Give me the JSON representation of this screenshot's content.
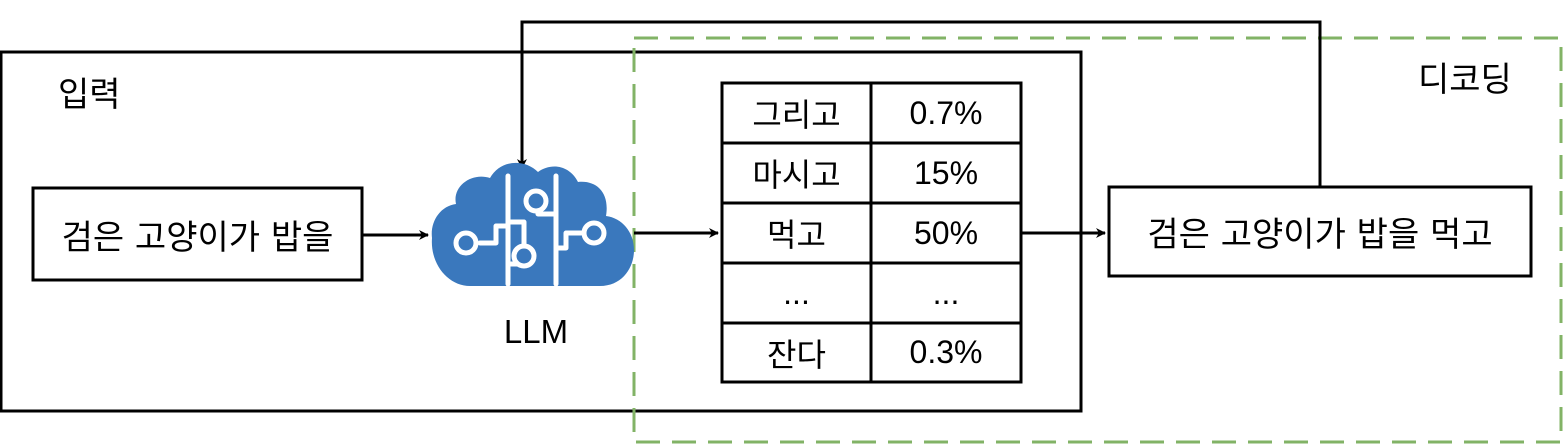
{
  "regions": {
    "input_label": "입력",
    "decoding_label": "디코딩"
  },
  "input_box": {
    "text": "검은 고양이가 밥을"
  },
  "model": {
    "label": "LLM",
    "icon": "brain-cloud-icon",
    "color": "#3a78bd"
  },
  "token_table": {
    "rows": [
      {
        "token": "그리고",
        "prob": "0.7%"
      },
      {
        "token": "마시고",
        "prob": "15%"
      },
      {
        "token": "먹고",
        "prob": "50%"
      },
      {
        "token": "...",
        "prob": "..."
      },
      {
        "token": "잔다",
        "prob": "0.3%"
      }
    ]
  },
  "output_box": {
    "text": "검은 고양이가 밥을 먹고"
  },
  "colors": {
    "decoding_border": "#82b366",
    "line": "#000000"
  }
}
